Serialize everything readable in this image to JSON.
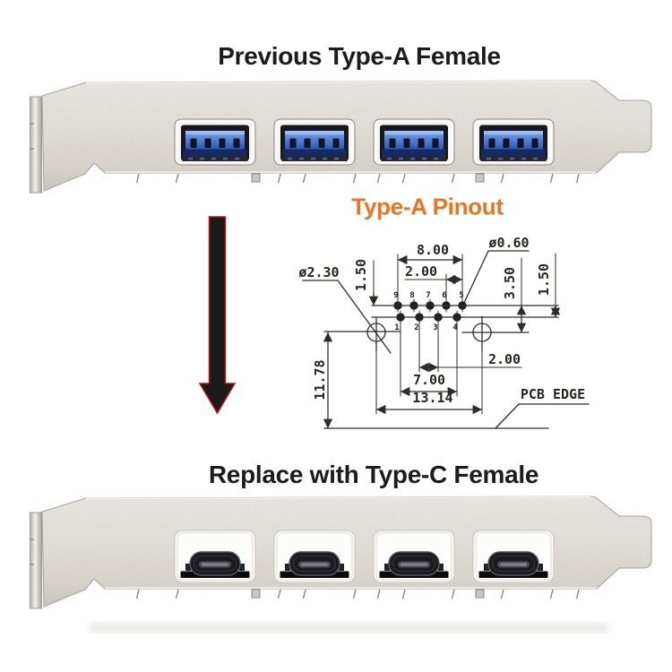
{
  "titles": {
    "top": "Previous Type-A Female",
    "bottom": "Replace with Type-C Female"
  },
  "pinout": {
    "title": "Type-A Pinout",
    "dims": {
      "span_top": "8.00",
      "pitch_top": "2.00",
      "pin_hole_dia": "ø0.60",
      "mount_hole_dia": "ø2.30",
      "left_gap": "1.50",
      "hole_to_row": "3.50",
      "row_gap": "1.50",
      "pitch_bottom": "2.00",
      "span_bottom": "7.00",
      "hole_span": "13.14",
      "edge_height": "11.78",
      "pcb_edge_label": "PCB EDGE"
    },
    "pins_top": [
      "9",
      "8",
      "7",
      "6",
      "5"
    ],
    "pins_bottom": [
      "1",
      "2",
      "3",
      "4"
    ]
  },
  "ports": {
    "type_a_count": 4,
    "type_c_count": 4
  },
  "colors": {
    "accent_orange": "#ed7320",
    "title_black": "#1c1c1c",
    "arrow_fill": "#1b1b1b",
    "arrow_outline": "#b51414",
    "usb_a_blue": "#3f72d2",
    "drawing_line": "#2e2c2a",
    "bracket_metal": "#e8e4df"
  }
}
